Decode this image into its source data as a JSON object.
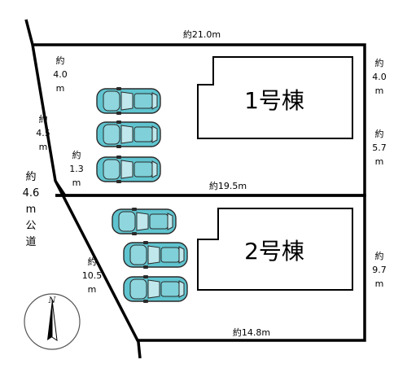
{
  "buildings": [
    {
      "label": "1号棟"
    },
    {
      "label": "2号棟"
    }
  ],
  "dimensions": {
    "top": "約21.0m",
    "middle": "約19.5m",
    "bottom": "約14.8m",
    "right_lot1_upper": [
      "約",
      "4.0",
      "m"
    ],
    "right_lot1_lower": [
      "約",
      "5.7",
      "m"
    ],
    "right_lot2": [
      "約",
      "9.7",
      "m"
    ],
    "left_top": [
      "約",
      "4.0",
      "m"
    ],
    "left_upper": [
      "約",
      "4.5",
      "m"
    ],
    "left_inner": [
      "約",
      "1.3",
      "m"
    ],
    "left_lower": [
      "約",
      "10.5",
      "m"
    ]
  },
  "road": {
    "label_lines": [
      "約",
      "4.6",
      "m",
      "公",
      "道"
    ]
  },
  "compass": {
    "north_label": "N"
  },
  "colors": {
    "boundary": "#000000",
    "car_body": "#5fc4cf",
    "car_outline": "#2a2a2a",
    "car_glass": "#bfe7ec"
  },
  "parking": {
    "lot1_cars": 3,
    "lot2_cars": 3
  }
}
